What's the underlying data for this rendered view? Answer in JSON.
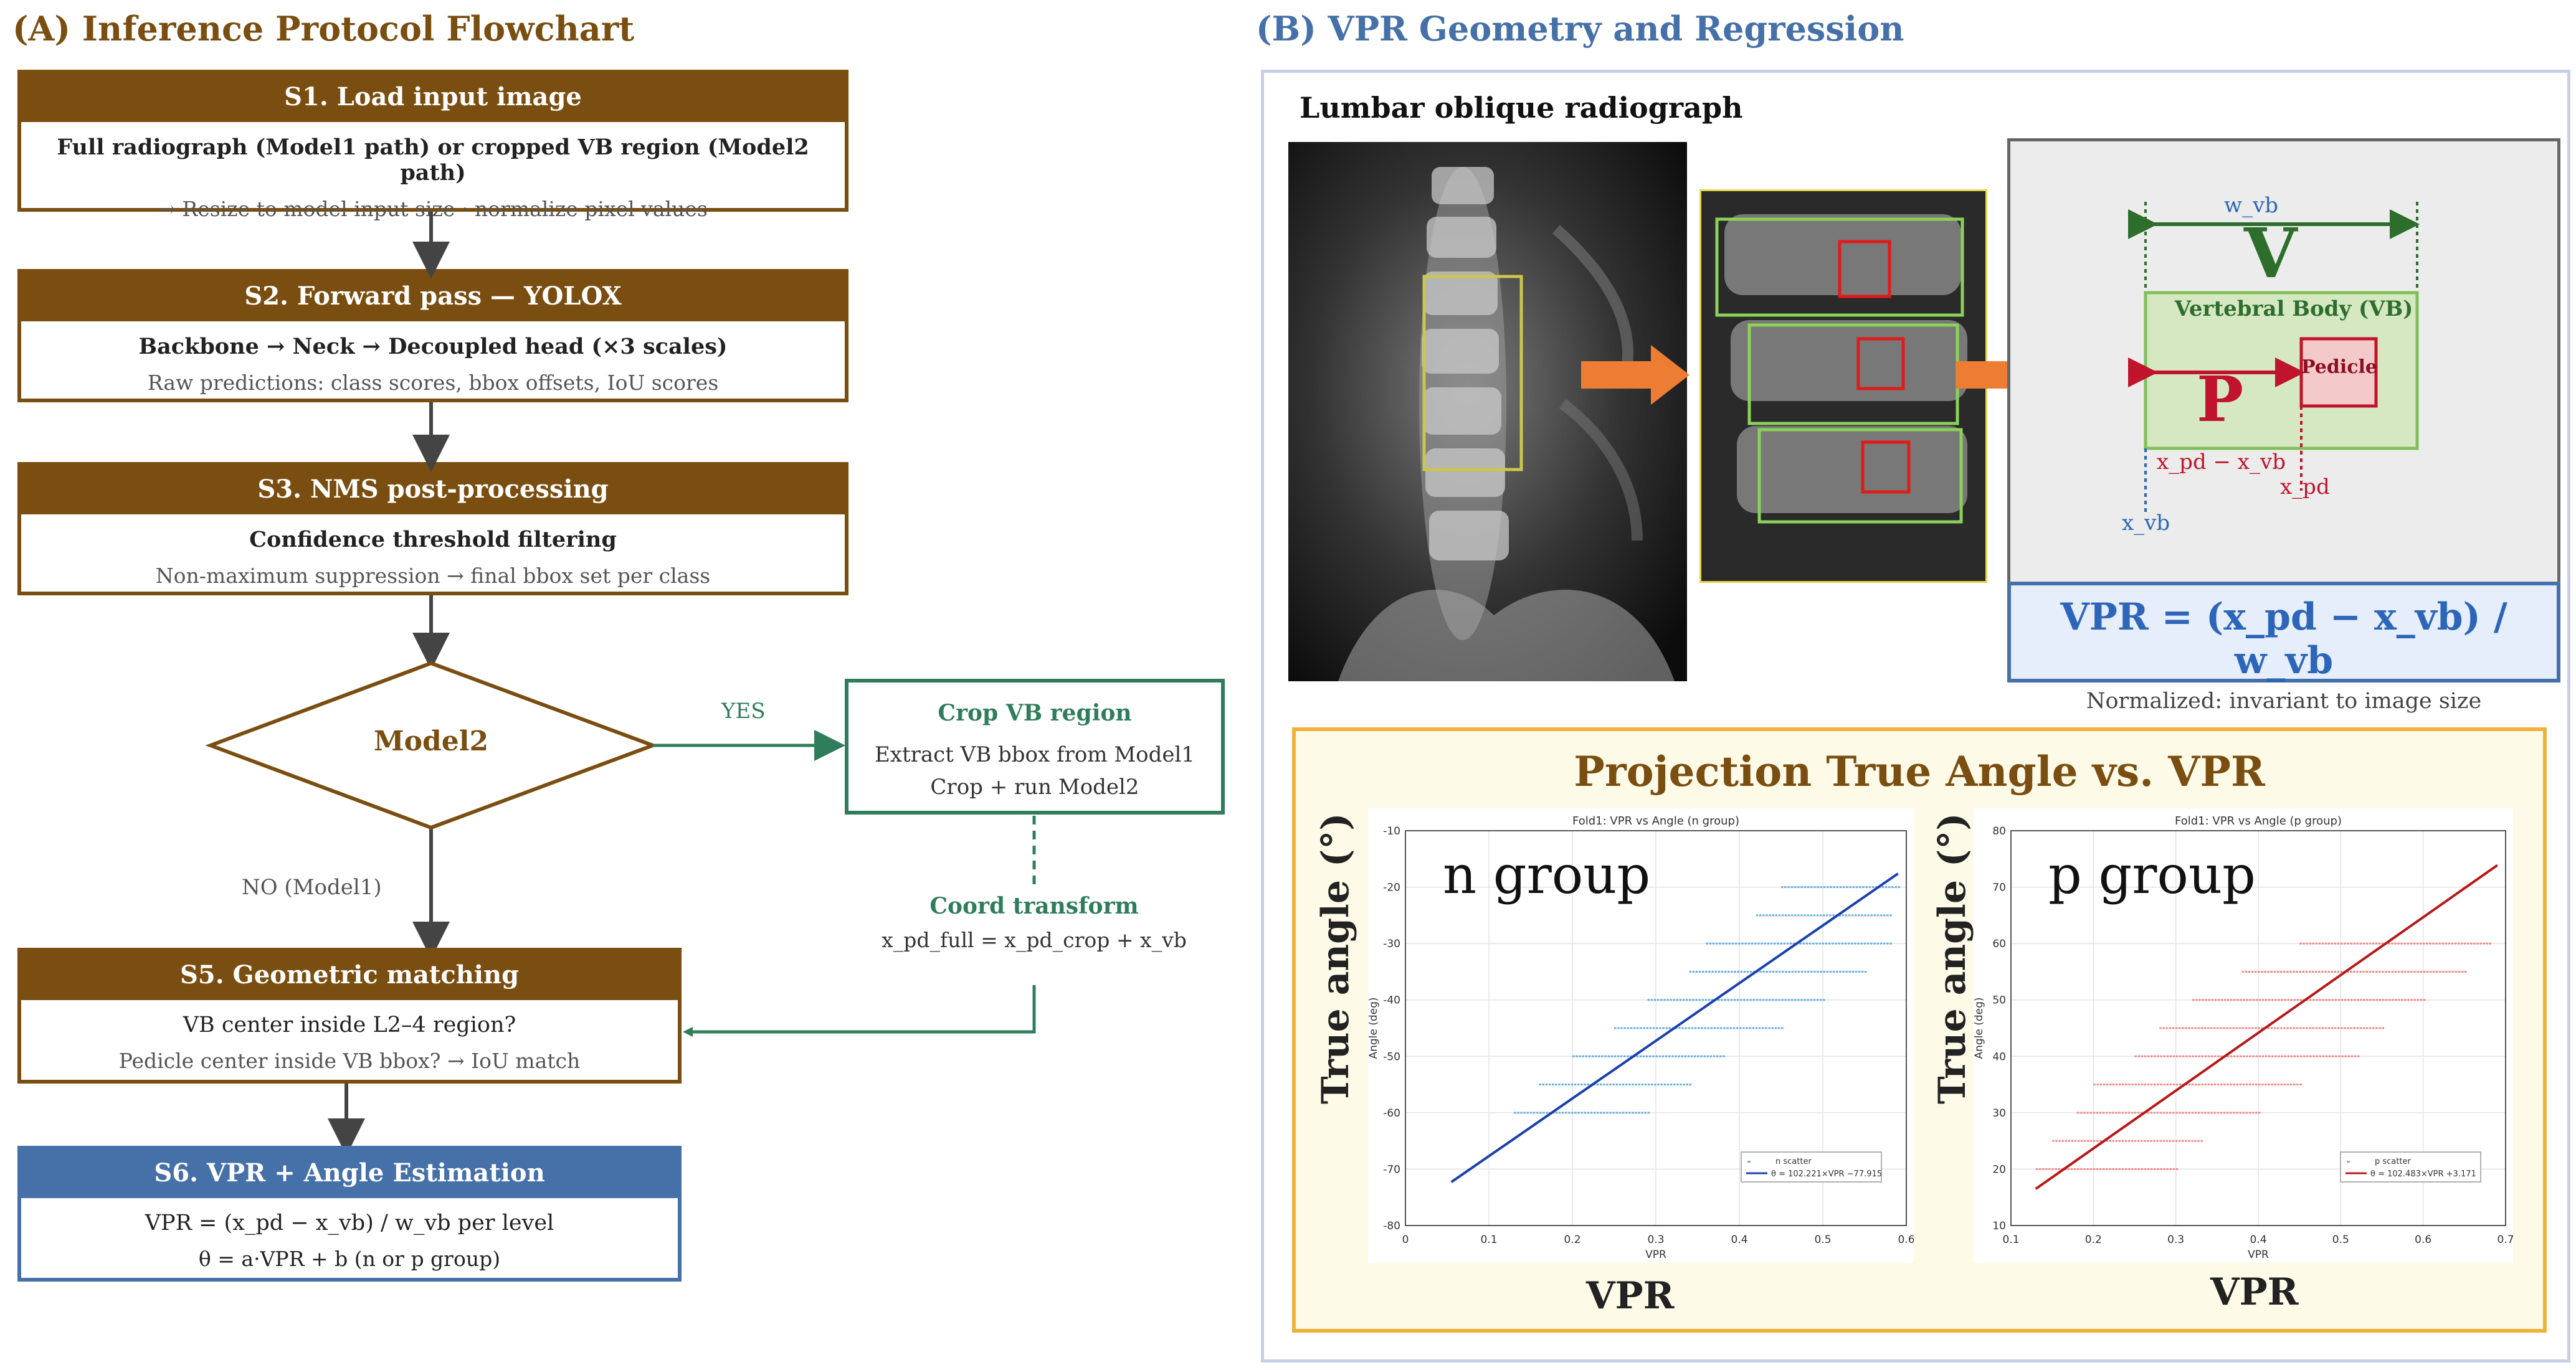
{
  "panel_a": {
    "title": "(A) Inference Protocol Flowchart",
    "s1": {
      "title": "S1. Load input image",
      "line1": "Full radiograph (Model1 path) or cropped VB region (Model2 path)",
      "line2": "→ Resize to model input size · normalize pixel values"
    },
    "s2": {
      "title": "S2. Forward pass — YOLOX",
      "line1": "Backbone → Neck → Decoupled head (×3 scales)",
      "line2": "Raw predictions: class scores, bbox offsets, IoU scores"
    },
    "s3": {
      "title": "S3. NMS post-processing",
      "line1": "Confidence threshold filtering",
      "line2": "Non-maximum suppression → final bbox set per class"
    },
    "decision": "Model2",
    "yes_label": "YES",
    "no_label": "NO (Model1)",
    "crop": {
      "title": "Crop VB region",
      "line1": "Extract VB bbox from Model1",
      "line2": "Crop + run Model2"
    },
    "coord": {
      "title": "Coord transform",
      "formula": "x_pd_full = x_pd_crop + x_vb"
    },
    "s5": {
      "title": "S5. Geometric matching",
      "line1": "VB center inside L2–4 region?",
      "line2": "Pedicle center inside VB bbox? → IoU match"
    },
    "s6": {
      "title": "S6. VPR + Angle Estimation",
      "line1": "VPR = (x_pd − x_vb) / w_vb per level",
      "line2": "θ = a·VPR + b (n or p group)"
    }
  },
  "panel_b": {
    "title": "(B) VPR Geometry and Regression",
    "radiograph_label": "Lumbar oblique radiograph",
    "geometry": {
      "w_vb": "w_vb",
      "V": "V",
      "vb_label": "Vertebral Body (VB)",
      "P": "P",
      "pedicle": "Pedicle",
      "diff": "x_pd − x_vb",
      "x_pd": "x_pd",
      "x_vb": "x_vb"
    },
    "vpr_formula": "VPR = (x_pd − x_vb) / w_vb",
    "vpr_note": "Normalized: invariant to image size",
    "projection_title": "Projection True Angle vs. VPR",
    "y_label": "True angle (°)",
    "x_label": "VPR"
  },
  "chart_data": [
    {
      "type": "scatter",
      "title": "Fold1: VPR vs Angle (n group)",
      "overlay_label": "n group",
      "xlabel": "VPR",
      "ylabel": "Angle (deg)",
      "xlim": [
        0,
        0.6
      ],
      "ylim": [
        -80,
        -10
      ],
      "xticks": [
        0,
        0.1,
        0.2,
        0.3,
        0.4,
        0.5,
        0.6
      ],
      "xtick_labels": [
        "0",
        "0.1",
        "0.2",
        "0.3",
        "0.4",
        "0.5",
        "0.6"
      ],
      "yticks": [
        -80,
        -70,
        -60,
        -50,
        -40,
        -30,
        -20,
        -10
      ],
      "ytick_labels": [
        "-80",
        "-70",
        "-60",
        "-50",
        "-40",
        "-30",
        "-20",
        "-10"
      ],
      "scatter_color": "#6aaee0",
      "line_color": "#1a3fb0",
      "legend_scatter": "n scatter",
      "legend_line": "θ = 102.221×VPR −77.915",
      "fit": {
        "slope": 102.221,
        "intercept": -77.915,
        "x_range": [
          0.055,
          0.59
        ]
      },
      "bands": [
        {
          "y": -60,
          "x_range": [
            0.13,
            0.29
          ]
        },
        {
          "y": -55,
          "x_range": [
            0.16,
            0.34
          ]
        },
        {
          "y": -50,
          "x_range": [
            0.2,
            0.38
          ]
        },
        {
          "y": -45,
          "x_range": [
            0.25,
            0.45
          ]
        },
        {
          "y": -40,
          "x_range": [
            0.29,
            0.5
          ]
        },
        {
          "y": -35,
          "x_range": [
            0.34,
            0.55
          ]
        },
        {
          "y": -30,
          "x_range": [
            0.36,
            0.58
          ]
        },
        {
          "y": -25,
          "x_range": [
            0.42,
            0.58
          ]
        },
        {
          "y": -20,
          "x_range": [
            0.45,
            0.59
          ]
        }
      ]
    },
    {
      "type": "scatter",
      "title": "Fold1: VPR vs Angle (p group)",
      "overlay_label": "p group",
      "xlabel": "VPR",
      "ylabel": "Angle (deg)",
      "xlim": [
        0.1,
        0.7
      ],
      "ylim": [
        10,
        80
      ],
      "xticks": [
        0.1,
        0.2,
        0.3,
        0.4,
        0.5,
        0.6,
        0.7
      ],
      "xtick_labels": [
        "0.1",
        "0.2",
        "0.3",
        "0.4",
        "0.5",
        "0.6",
        "0.7"
      ],
      "yticks": [
        10,
        20,
        30,
        40,
        50,
        60,
        70,
        80
      ],
      "ytick_labels": [
        "10",
        "20",
        "30",
        "40",
        "50",
        "60",
        "70",
        "80"
      ],
      "scatter_color": "#f08a8a",
      "line_color": "#b81818",
      "legend_scatter": "p scatter",
      "legend_line": "θ = 102.483×VPR +3.171",
      "fit": {
        "slope": 102.483,
        "intercept": 3.171,
        "x_range": [
          0.13,
          0.69
        ]
      },
      "bands": [
        {
          "y": 20,
          "x_range": [
            0.13,
            0.3
          ]
        },
        {
          "y": 25,
          "x_range": [
            0.15,
            0.33
          ]
        },
        {
          "y": 30,
          "x_range": [
            0.18,
            0.4
          ]
        },
        {
          "y": 35,
          "x_range": [
            0.2,
            0.45
          ]
        },
        {
          "y": 40,
          "x_range": [
            0.25,
            0.52
          ]
        },
        {
          "y": 45,
          "x_range": [
            0.28,
            0.55
          ]
        },
        {
          "y": 50,
          "x_range": [
            0.32,
            0.6
          ]
        },
        {
          "y": 55,
          "x_range": [
            0.38,
            0.65
          ]
        },
        {
          "y": 60,
          "x_range": [
            0.45,
            0.68
          ]
        }
      ]
    }
  ]
}
